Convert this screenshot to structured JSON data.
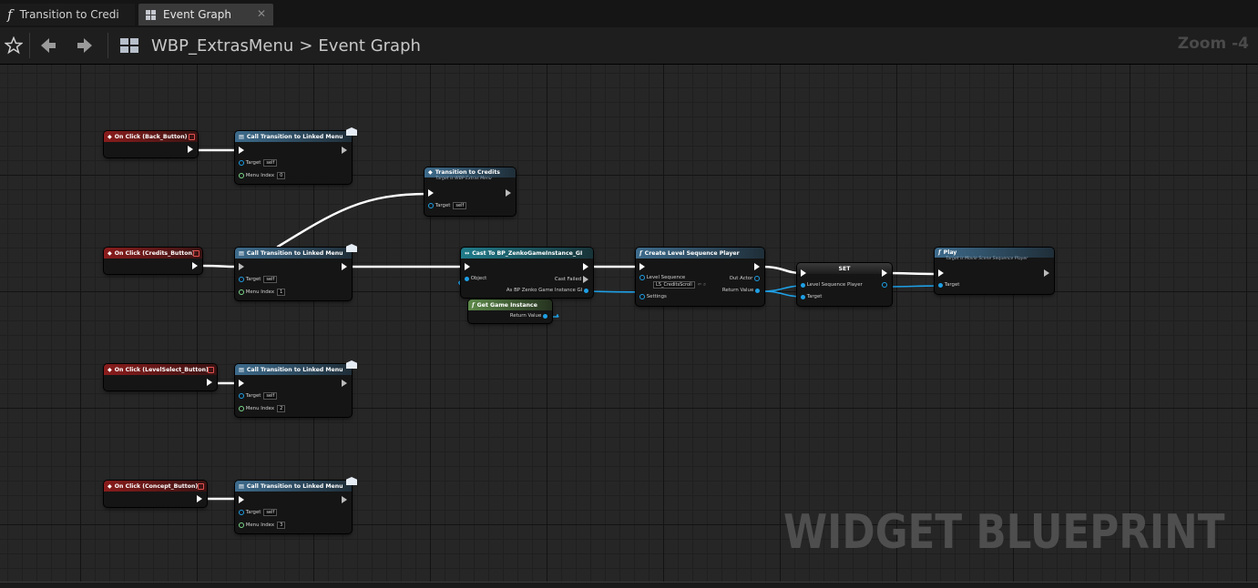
{
  "tabs": [
    {
      "label": "Transition to Credi",
      "icon": "function-icon"
    },
    {
      "label": "Event Graph",
      "icon": "graph-icon",
      "close": "✕"
    }
  ],
  "breadcrumb": {
    "asset": "WBP_ExtrasMenu",
    "separator": ">",
    "graph": "Event Graph"
  },
  "zoom": "Zoom -4",
  "watermark": "WIDGET BLUEPRINT",
  "colors": {
    "event": "#8a1c1c",
    "function": "#3d6b8c",
    "cast": "#1f7b8a",
    "pure": "#5d8a4a",
    "object_pin": "#1ea0e6",
    "exec": "#ffffff"
  },
  "nodes": {
    "ev_back": {
      "title": "On Click (Back_Button)"
    },
    "ev_credits": {
      "title": "On Click (Credits_Button)"
    },
    "ev_levelselect": {
      "title": "On Click (LevelSelect_Button)"
    },
    "ev_concept": {
      "title": "On Click (Concept_Button)"
    },
    "call1": {
      "title": "Call Transition to Linked Menu",
      "target_label": "Target",
      "target_value": "self",
      "index_label": "Menu Index",
      "index_value": "0"
    },
    "call2": {
      "title": "Call Transition to Linked Menu",
      "target_label": "Target",
      "target_value": "self",
      "index_label": "Menu Index",
      "index_value": "1"
    },
    "call3": {
      "title": "Call Transition to Linked Menu",
      "target_label": "Target",
      "target_value": "self",
      "index_label": "Menu Index",
      "index_value": "2"
    },
    "call4": {
      "title": "Call Transition to Linked Menu",
      "target_label": "Target",
      "target_value": "self",
      "index_label": "Menu Index",
      "index_value": "3"
    },
    "transition_credits": {
      "title": "Transition to Credits",
      "subtitle": "Target is WBP Extras Menu",
      "target_label": "Target",
      "target_value": "self"
    },
    "cast": {
      "title": "Cast To BP_ZenkoGameInstance_GI",
      "object_label": "Object",
      "cast_failed": "Cast Failed",
      "as_label": "As BP Zenko Game Instance GI"
    },
    "get_game_instance": {
      "title": "Get Game Instance",
      "return_label": "Return Value"
    },
    "create_lsp": {
      "title": "Create Level Sequence Player",
      "level_sequence_label": "Level Sequence",
      "level_sequence_value": "LS_CreditsScroll",
      "settings_label": "Settings",
      "out_actor_label": "Out Actor",
      "return_label": "Return Value"
    },
    "set": {
      "title": "SET",
      "var_label": "Level Sequence Player",
      "target_label": "Target"
    },
    "play": {
      "title": "Play",
      "subtitle": "Target is Movie Scene Sequence Player",
      "target_label": "Target"
    }
  }
}
